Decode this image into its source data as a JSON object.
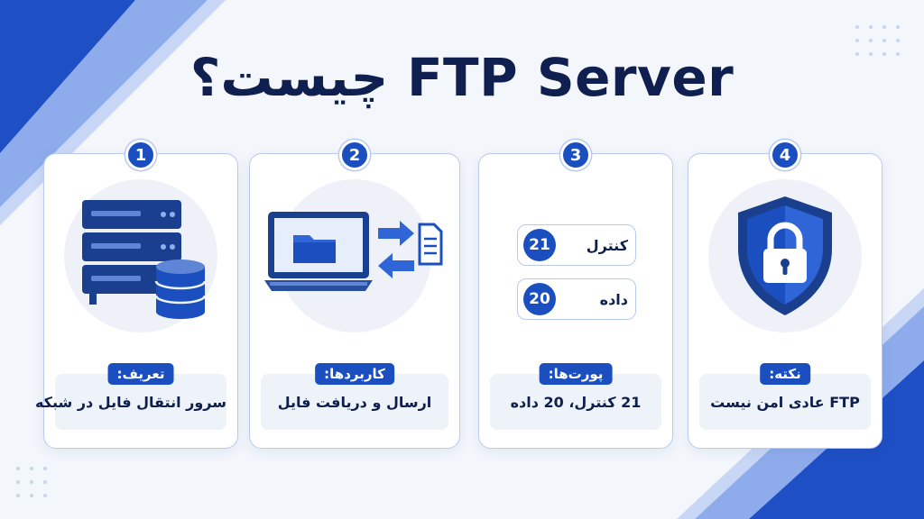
{
  "title": "FTP Server چیست؟",
  "colors": {
    "primary": "#1b4fbf",
    "dark": "#0f1f4f",
    "card_border": "#b9cbec",
    "background": "#f3f6fb"
  },
  "cards": [
    {
      "number": "1",
      "icon": "server-database-icon",
      "tag": "تعریف:",
      "description": "سرور انتقال فایل در شبکه"
    },
    {
      "number": "2",
      "icon": "laptop-file-transfer-icon",
      "tag": "کاربردها:",
      "description": "ارسال و دریافت فایل"
    },
    {
      "number": "3",
      "icon": "ports-icon",
      "tag": "پورت‌ها:",
      "description": "21 کنترل، 20 داده",
      "ports": [
        {
          "number": "21",
          "label": "کنترل"
        },
        {
          "number": "20",
          "label": "داده"
        }
      ]
    },
    {
      "number": "4",
      "icon": "shield-lock-icon",
      "tag": "نکته:",
      "description": "FTP عادی امن نیست"
    }
  ]
}
